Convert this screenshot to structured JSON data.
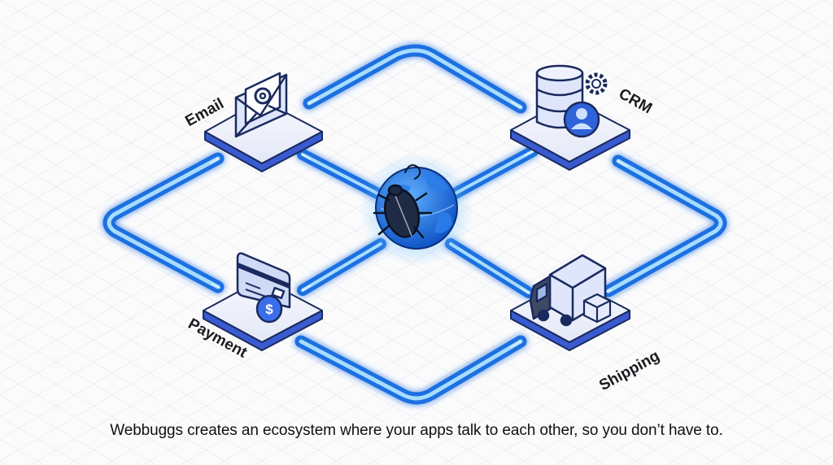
{
  "nodes": {
    "email": {
      "label": "Email"
    },
    "crm": {
      "label": "CRM"
    },
    "payment": {
      "label": "Payment"
    },
    "shipping": {
      "label": "Shipping"
    }
  },
  "hub": {
    "icon": "globe-bug-icon"
  },
  "caption": "Webbuggs creates an ecosystem where your apps talk to each other, so you don’t have to.",
  "colors": {
    "accent": "#1f6fe0",
    "glow": "#5ab8ff",
    "platform": "#eef1fb",
    "platform_side": "#3a5bd0"
  }
}
